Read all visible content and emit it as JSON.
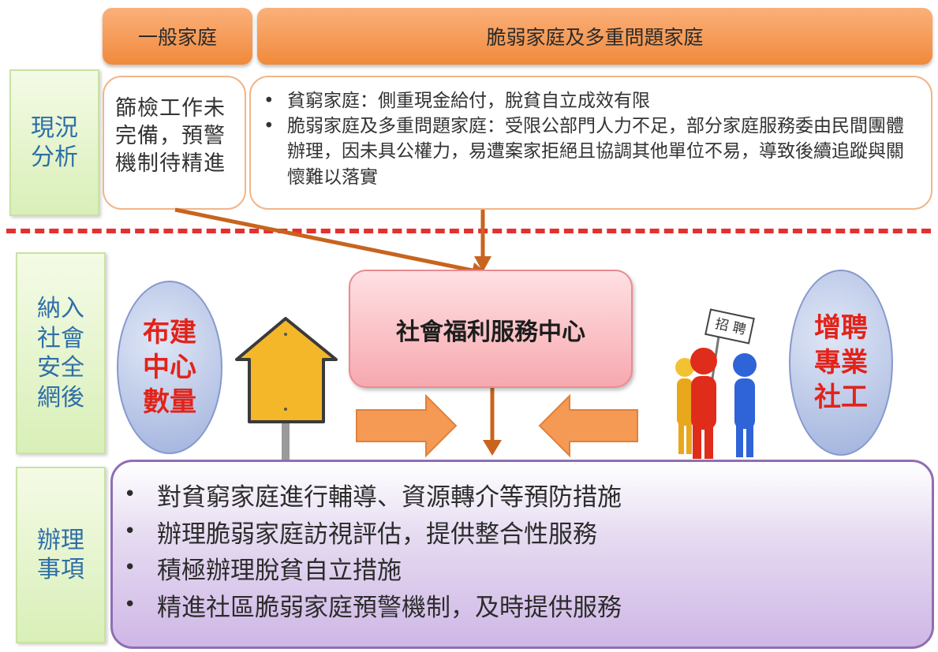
{
  "headers": {
    "general": "一般家庭",
    "vulnerable": "脆弱家庭及多重問題家庭"
  },
  "rows": {
    "status": "現況分析",
    "safety_net": "納入社會安全網後",
    "tasks": "辦理事項"
  },
  "status": {
    "general_text": "篩檢工作未完備，預警機制待精進",
    "vulnerable_bullets": [
      "貧窮家庭：側重現金給付，脫貧自立成效有限",
      "脆弱家庭及多重問題家庭：受限公部門人力不足，部分家庭服務委由民間團體辦理，因未具公權力，易遭案家拒絕且協調其他單位不易，導致後續追蹤與關懷難以落實"
    ]
  },
  "center_label": "社會福利服務中心",
  "left_oval": "布建中心數量",
  "right_oval": "增聘專業社工",
  "sign_text": "招 聘",
  "tasks": [
    "對貧窮家庭進行輔導、資源轉介等預防措施",
    "辦理脆弱家庭訪視評估，提供整合性服務",
    "積極辦理脫貧自立措施",
    "精進社區脆弱家庭預警機制，及時提供服務"
  ]
}
